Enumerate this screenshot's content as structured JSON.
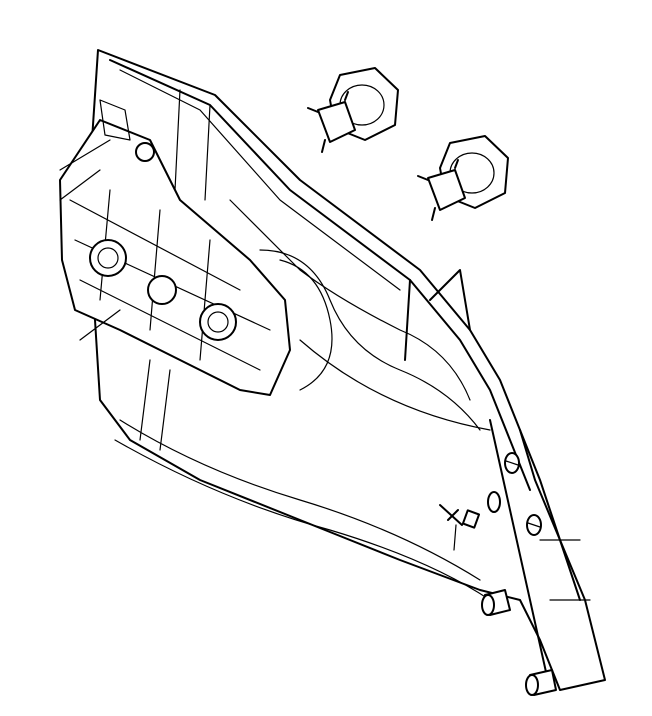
{
  "colors": {
    "line": "#000000",
    "background": "#ffffff"
  },
  "icons": [
    "housing-part",
    "mounting-plate",
    "cap-nut",
    "cap-nut",
    "warning-symbol"
  ]
}
